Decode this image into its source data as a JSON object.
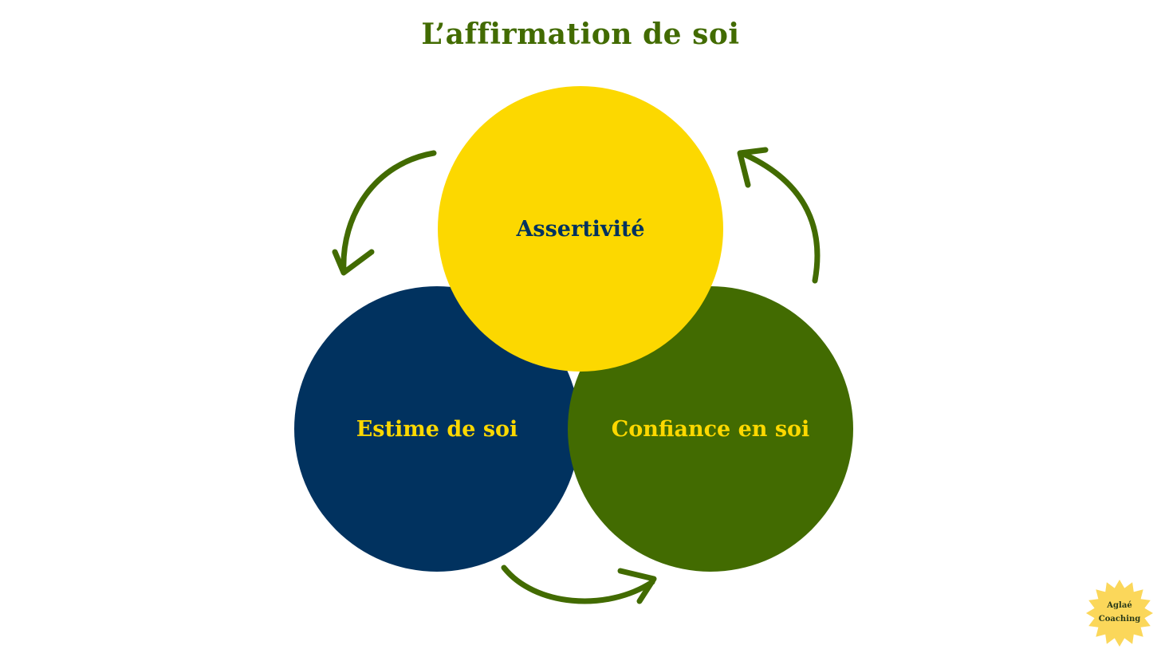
{
  "title": "L’affirmation de soi",
  "circles": [
    {
      "label": "Assertivité",
      "fill": "#fcd800",
      "text_color": "#01325f"
    },
    {
      "label": "Estime de soi",
      "fill": "#01325f",
      "text_color": "#fcd800"
    },
    {
      "label": "Confiance en soi",
      "fill": "#426b01",
      "text_color": "#fcd800"
    }
  ],
  "arrow_color": "#426b01",
  "badge": {
    "line1": "Aglaé",
    "line2": "Coaching",
    "color": "#fbd75a"
  }
}
